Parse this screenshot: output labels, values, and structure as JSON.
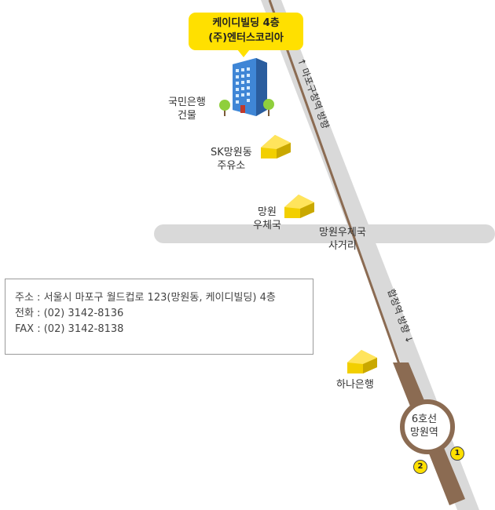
{
  "callout": {
    "line1": "케이디빌딩 4층",
    "line2": "(주)엔터스코리아"
  },
  "landmarks": {
    "kookmin": {
      "line1": "국민은행",
      "line2": "건물"
    },
    "sk": {
      "line1": "SK망원동",
      "line2": "주유소"
    },
    "post": {
      "line1": "망원",
      "line2": "우체국"
    },
    "intersection": {
      "line1": "망원우체국",
      "line2": "사거리"
    },
    "hana": "하나은행",
    "station": {
      "line1": "6호선",
      "line2": "망원역"
    }
  },
  "directions": {
    "mapo": {
      "arrow": "↑",
      "text": "마포구청역 방향"
    },
    "hapjeong": {
      "arrow": "↓",
      "text": "합정역 방향"
    }
  },
  "exits": [
    "1",
    "2"
  ],
  "info": {
    "address": "주소 : 서울시 마포구 월드컵로 123(망원동, 케이디빌딩) 4층",
    "phone": "전화 : (02) 3142-8136",
    "fax": "FAX : (02) 3142-8138"
  },
  "colors": {
    "road": "#d9d9d9",
    "rail": "#8b6b52",
    "callout": "#ffe000",
    "house": "#f2cf00",
    "building": "#2f6fb3"
  }
}
